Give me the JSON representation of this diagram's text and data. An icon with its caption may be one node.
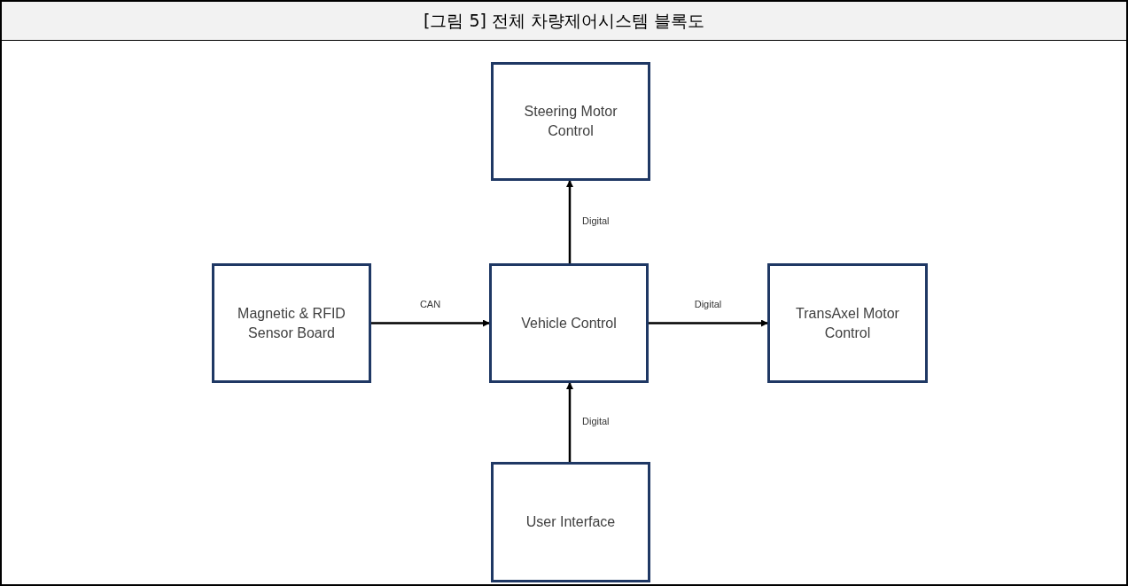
{
  "diagram": {
    "title": "[그림 5] 전체 차량제어시스템 블록도",
    "nodes": [
      {
        "text": [
          "Steering Motor Control"
        ]
      },
      {
        "text": [
          "Magnetic & RFID Sensor Board"
        ]
      },
      {
        "text": [
          "Vehicle Control"
        ]
      },
      {
        "text": [
          "TransAxel Motor Control"
        ]
      },
      {
        "text": [
          "User Interface"
        ]
      }
    ],
    "edges": [
      {
        "from": 2,
        "to": 0,
        "arrow": "to",
        "label": "Digital"
      },
      {
        "from": 1,
        "to": 2,
        "arrow": "to",
        "label": "CAN"
      },
      {
        "from": 2,
        "to": 3,
        "arrow": "to",
        "label": "Digital"
      },
      {
        "from": 4,
        "to": 2,
        "arrow": "to",
        "label": "Digital"
      }
    ]
  }
}
